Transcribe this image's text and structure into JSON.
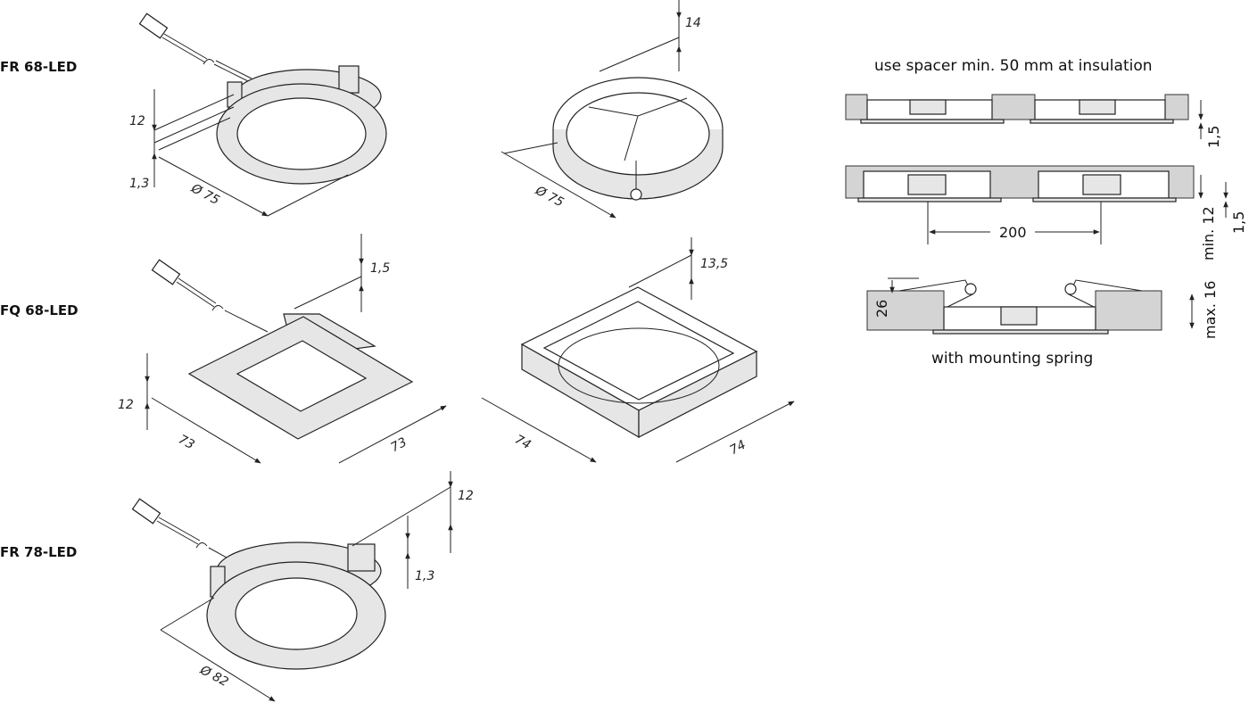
{
  "products": {
    "fr68": "FR 68-LED",
    "fq68": "FQ 68-LED",
    "fr78": "FR 78-LED"
  },
  "notes": {
    "spacer": "use spacer min. 50 mm at insulation",
    "spring": "with mounting spring"
  },
  "dims": {
    "fr68_h": "12",
    "fr68_t": "1,3",
    "fr68_d": "Ø 75",
    "spacer_h": "14",
    "spacer_d": "Ø 75",
    "fq68_t": "1,5",
    "fq68_h": "12",
    "fq68_w1": "73",
    "fq68_w2": "73",
    "sq_h": "13,5",
    "sq_w1": "74",
    "sq_w2": "74",
    "fr78_h": "12",
    "fr78_t": "1,3",
    "fr78_d": "Ø 82",
    "sec1_t": "1,5",
    "sec2_t": "1,5",
    "sec2_min": "min. 12",
    "sec2_space": "200",
    "sec3_26": "26",
    "sec3_max": "max. 16"
  }
}
